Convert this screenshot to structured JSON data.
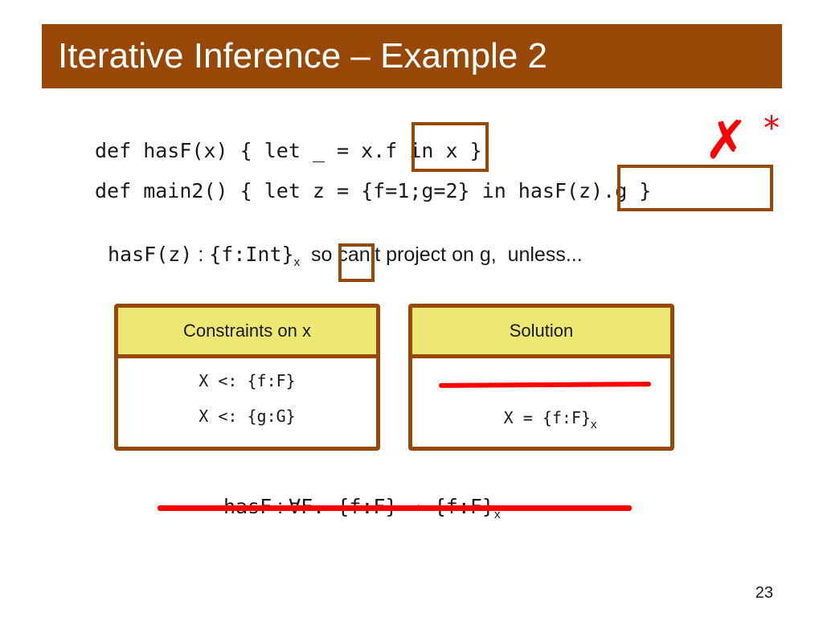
{
  "slide": {
    "title": "Iterative Inference – Example 2",
    "page_number": "23"
  },
  "code": {
    "line1": "def hasF(x) { let _ = x.f in x }",
    "line2": "def main2() { let z = {f=1;g=2} in hasF(z).g }"
  },
  "marks": {
    "cross": "✗",
    "star": "*"
  },
  "type_note": {
    "expr": "hasF(z)",
    "colon": ":",
    "type": "{f:Int}",
    "subscript": "x",
    "prose": "so can’t project on g,  unless..."
  },
  "constraints_panel": {
    "header": "Constraints on x",
    "rows": [
      "X <: {f:F}",
      "X <: {g:G}"
    ]
  },
  "solution_panel": {
    "header": "Solution",
    "row": "X = {f:F}",
    "subscript": "x"
  },
  "bottom_type": {
    "name": "hasF",
    "colon": ":",
    "type": "∀F. {f:F} → {f:F}",
    "subscript": "x"
  },
  "colors": {
    "title_bg": "#984806",
    "panel_header_bg": "#ede774",
    "strike": "#ff0000"
  }
}
